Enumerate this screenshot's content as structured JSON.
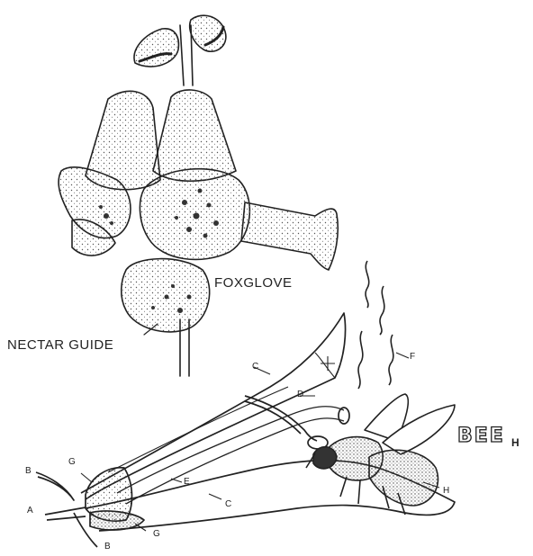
{
  "labels": {
    "foxglove": "FOXGLOVE",
    "nectar_guide": "NECTAR GUIDE",
    "bee": "BEE",
    "h_suffix": "H",
    "letters": {
      "A": "A",
      "B_top": "B",
      "B_bottom": "B",
      "C_top": "C",
      "C_bottom": "C",
      "D": "D",
      "E": "E",
      "F": "F",
      "G_top": "G",
      "G_bottom": "G",
      "H": "H"
    }
  },
  "colors": {
    "ink": "#222222",
    "paper": "#ffffff",
    "stipple": "#555555"
  }
}
